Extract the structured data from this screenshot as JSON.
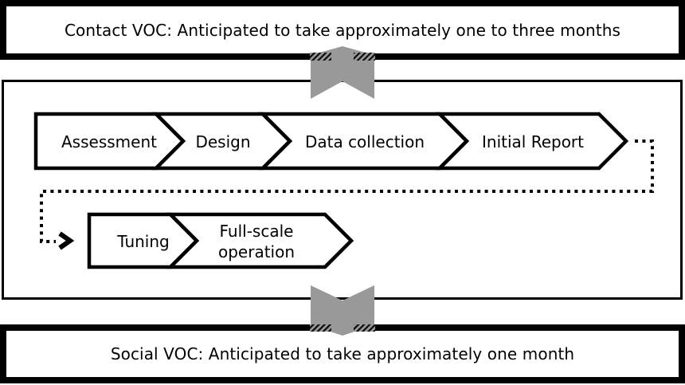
{
  "banner_top": {
    "text": "Contact VOC: Anticipated to take approximately one to three months"
  },
  "banner_bottom": {
    "text": "Social VOC: Anticipated to take approximately one month"
  },
  "process": {
    "row1": [
      {
        "label": "Assessment"
      },
      {
        "label": "Design"
      },
      {
        "label": "Data collection"
      },
      {
        "label": "Initial Report"
      }
    ],
    "row2": [
      {
        "label": "Tuning"
      },
      {
        "label": "Full-scale operation",
        "line1": "Full-scale",
        "line2": "operation"
      }
    ]
  },
  "colors": {
    "connector_gray": "#999999",
    "outline_black": "#000000",
    "shape_fill_white": "#ffffff"
  }
}
